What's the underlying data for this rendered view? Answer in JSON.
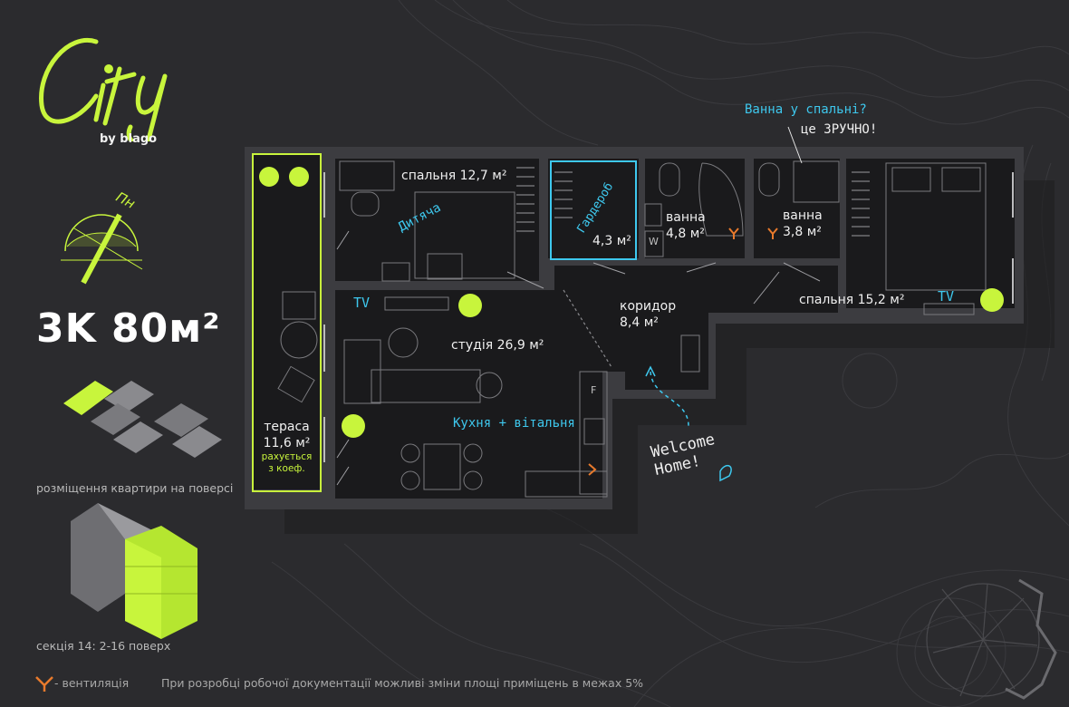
{
  "brand": {
    "name": "City",
    "by": "by blago"
  },
  "compass": {
    "label": "Пн"
  },
  "apartment": {
    "title": "3K 80м²"
  },
  "colors": {
    "background": "#2b2b2e",
    "plan": "#1a1a1c",
    "accent_green": "#c8f53c",
    "accent_blue": "#3ec8ee",
    "vent_orange": "#e87a2c"
  },
  "thumbnails": {
    "floor_caption": "розміщення квартири на поверсі",
    "section_caption": "секція 14: 2-16 поверх"
  },
  "rooms": {
    "terrace": {
      "name": "тераса",
      "area": "11,6 м²",
      "note_line1": "рахується",
      "note_line2": "з коеф."
    },
    "bedroom_kids": {
      "name": "спальня 12,7 м²",
      "tag": "Дитяча"
    },
    "wardrobe": {
      "name": "Гардероб",
      "area": "4,3 м²"
    },
    "bath1": {
      "name": "ванна",
      "area": "4,8 м²"
    },
    "bath2": {
      "name": "ванна",
      "area": "3,8 м²"
    },
    "bedroom_master": {
      "name": "спальня 15,2 м²"
    },
    "corridor": {
      "name": "коридор",
      "area": "8,4 м²"
    },
    "studio": {
      "name": "студія 26,9 м²",
      "tag": "Кухня + вітальня"
    }
  },
  "labels": {
    "tv_left": "TV",
    "tv_right": "TV",
    "fridge": "F",
    "washer": "W"
  },
  "notes": {
    "bath_question": "Ванна у спальні?",
    "bath_answer": "це ЗРУЧНО!",
    "welcome_line1": "Welcome",
    "welcome_line2": "Home!"
  },
  "footer": {
    "vent_legend": "- вентиляція",
    "disclaimer": "При розробці робочої документації можливі зміни площі приміщень в межах 5%"
  }
}
